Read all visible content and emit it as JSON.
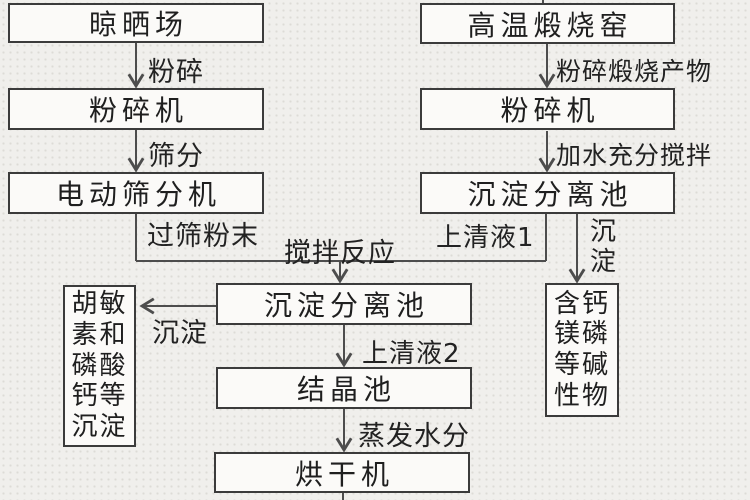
{
  "diagram": {
    "type": "flowchart",
    "nodes": {
      "drying_field": "晾晒场",
      "crusher_left": "粉碎机",
      "electric_sieve": "电动筛分机",
      "calcination_kiln": "高温煅烧窑",
      "crusher_right": "粉碎机",
      "sedimentation_pool_1": "沉淀分离池",
      "sedimentation_pool_2": "沉淀分离池",
      "crystallization_pool": "结晶池",
      "dryer": "烘干机",
      "humin_calcium_phosphate_precipitate": "胡敏素和磷酸钙等沉淀",
      "calcium_magnesium_phosphorus_alkaline": "含钙镁磷等碱性物"
    },
    "edge_labels": {
      "crush": "粉碎",
      "sieve": "筛分",
      "sieved_powder": "过筛粉末",
      "crush_calcined_product": "粉碎煅烧产物",
      "add_water_stir": "加水充分搅拌",
      "supernatant_1": "上清液1",
      "precipitate_right": "沉淀",
      "stirring_reaction": "搅拌反应",
      "precipitate_left": "沉淀",
      "supernatant_2": "上清液2",
      "evaporate_water": "蒸发水分"
    },
    "colors": {
      "background": "#f0efec",
      "box_fill": "#fbfaf8",
      "box_border": "#3b3b3b",
      "line": "#4d4d4d",
      "text": "#1f1f1f"
    }
  }
}
